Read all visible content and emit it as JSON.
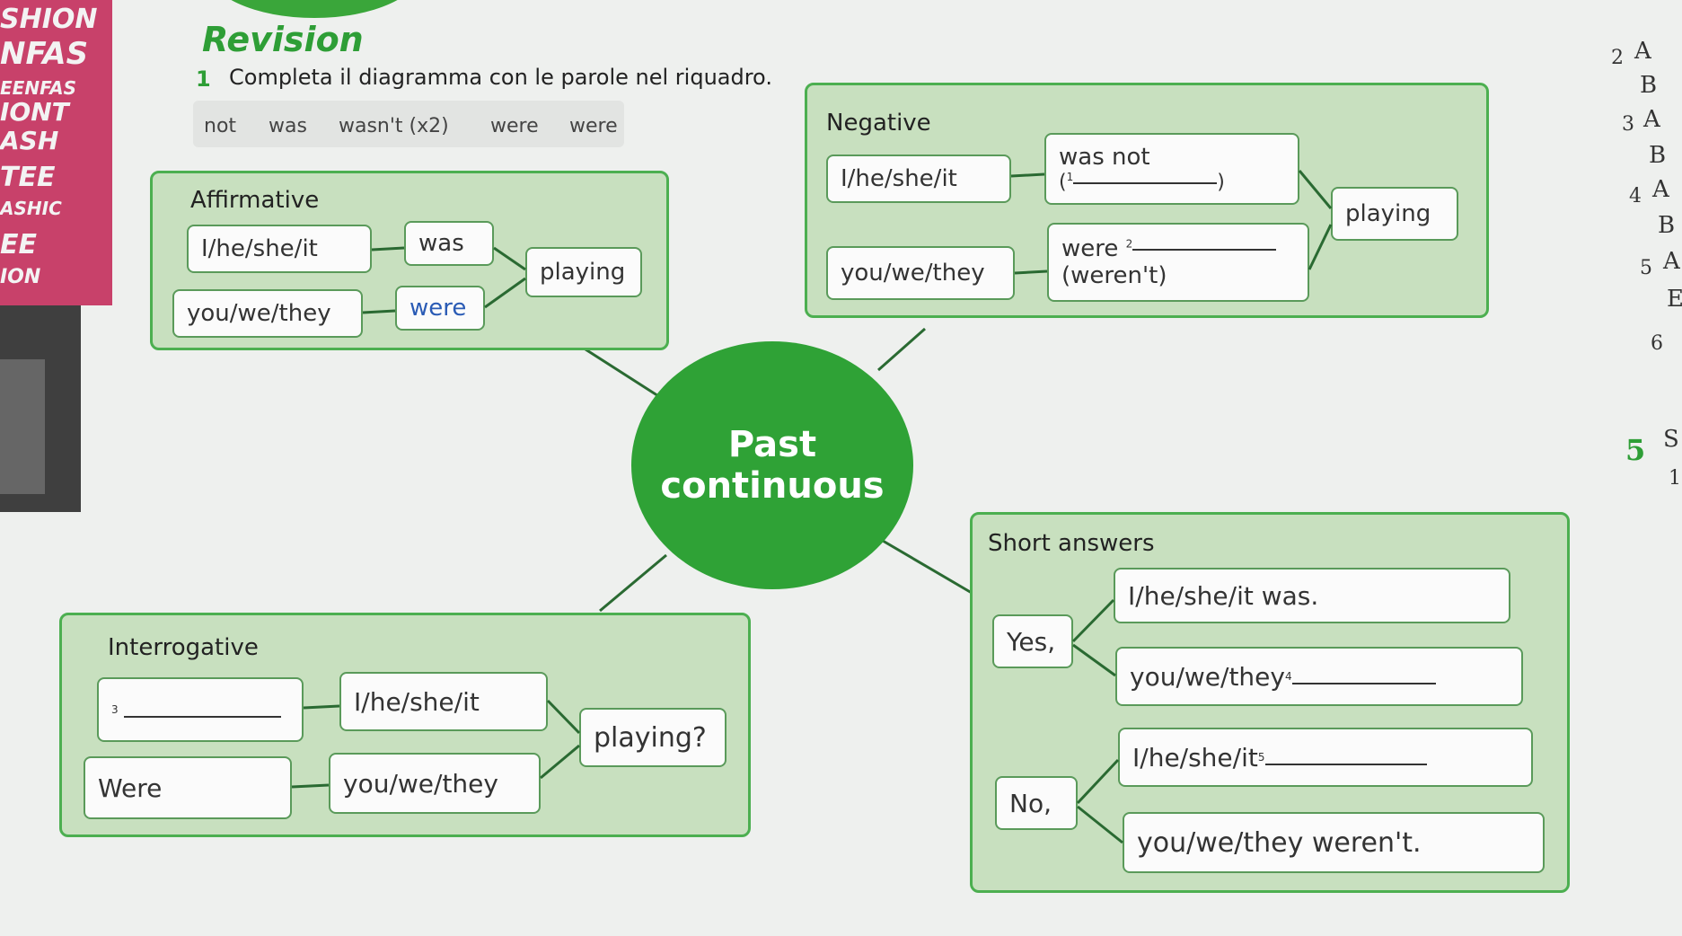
{
  "side_tabs": [
    "SHION",
    "NFAS",
    "EENFAS",
    "IONT",
    "ASH",
    "TEE",
    "ASHIC",
    "EE",
    "ION"
  ],
  "header": {
    "title": "Revision",
    "instruction_number": "1",
    "instruction": "Completa il diagramma con le parole nel riquadro."
  },
  "word_box": [
    "not",
    "was",
    "wasn't (x2)",
    "were",
    "were"
  ],
  "center": {
    "line1": "Past",
    "line2": "continuous"
  },
  "affirmative": {
    "title": "Affirmative",
    "subject1": "I/he/she/it",
    "aux1": "was",
    "subject2": "you/we/they",
    "aux2": "were",
    "verb": "playing"
  },
  "negative": {
    "title": "Negative",
    "subject1": "I/he/she/it",
    "form1_main": "was not",
    "form1_paren_open": "(",
    "form1_gap": "1",
    "form1_paren_close": ")",
    "subject2": "you/we/they",
    "form2_main": "were",
    "form2_gap": "2",
    "form2_short": "(weren't)",
    "verb": "playing"
  },
  "interrogative": {
    "title": "Interrogative",
    "gap": "3",
    "aux2": "Were",
    "subject1": "I/he/she/it",
    "subject2": "you/we/they",
    "verb": "playing?"
  },
  "short_answers": {
    "title": "Short answers",
    "yes": "Yes,",
    "no": "No,",
    "yes1": "I/he/she/it was.",
    "yes2": "you/we/they",
    "yes2_gap": "4",
    "no1": "I/he/she/it",
    "no1_gap": "5",
    "no2": "you/we/they weren't."
  },
  "right_margin": {
    "items": [
      "2",
      "A",
      "B",
      "3",
      "A",
      "B",
      "4",
      "A",
      "B",
      "5",
      "A",
      "E",
      "6",
      "5",
      "S",
      "1"
    ]
  }
}
